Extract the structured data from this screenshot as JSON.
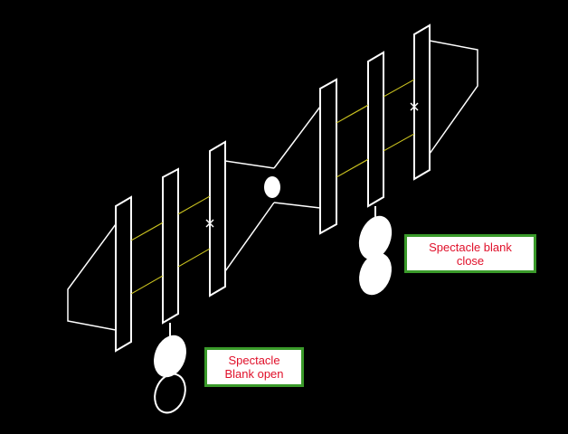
{
  "labels": {
    "open": {
      "line1": "Spectacle",
      "line2": "Blank open"
    },
    "close": {
      "line1": "Spectacle blank",
      "line2": "close"
    }
  },
  "colors": {
    "background": "#000000",
    "lines": "#ffffff",
    "bolts": "#c8c020",
    "label_text": "#e0102a",
    "label_border": "#3a9a2a",
    "label_fill": "#ffffff"
  }
}
